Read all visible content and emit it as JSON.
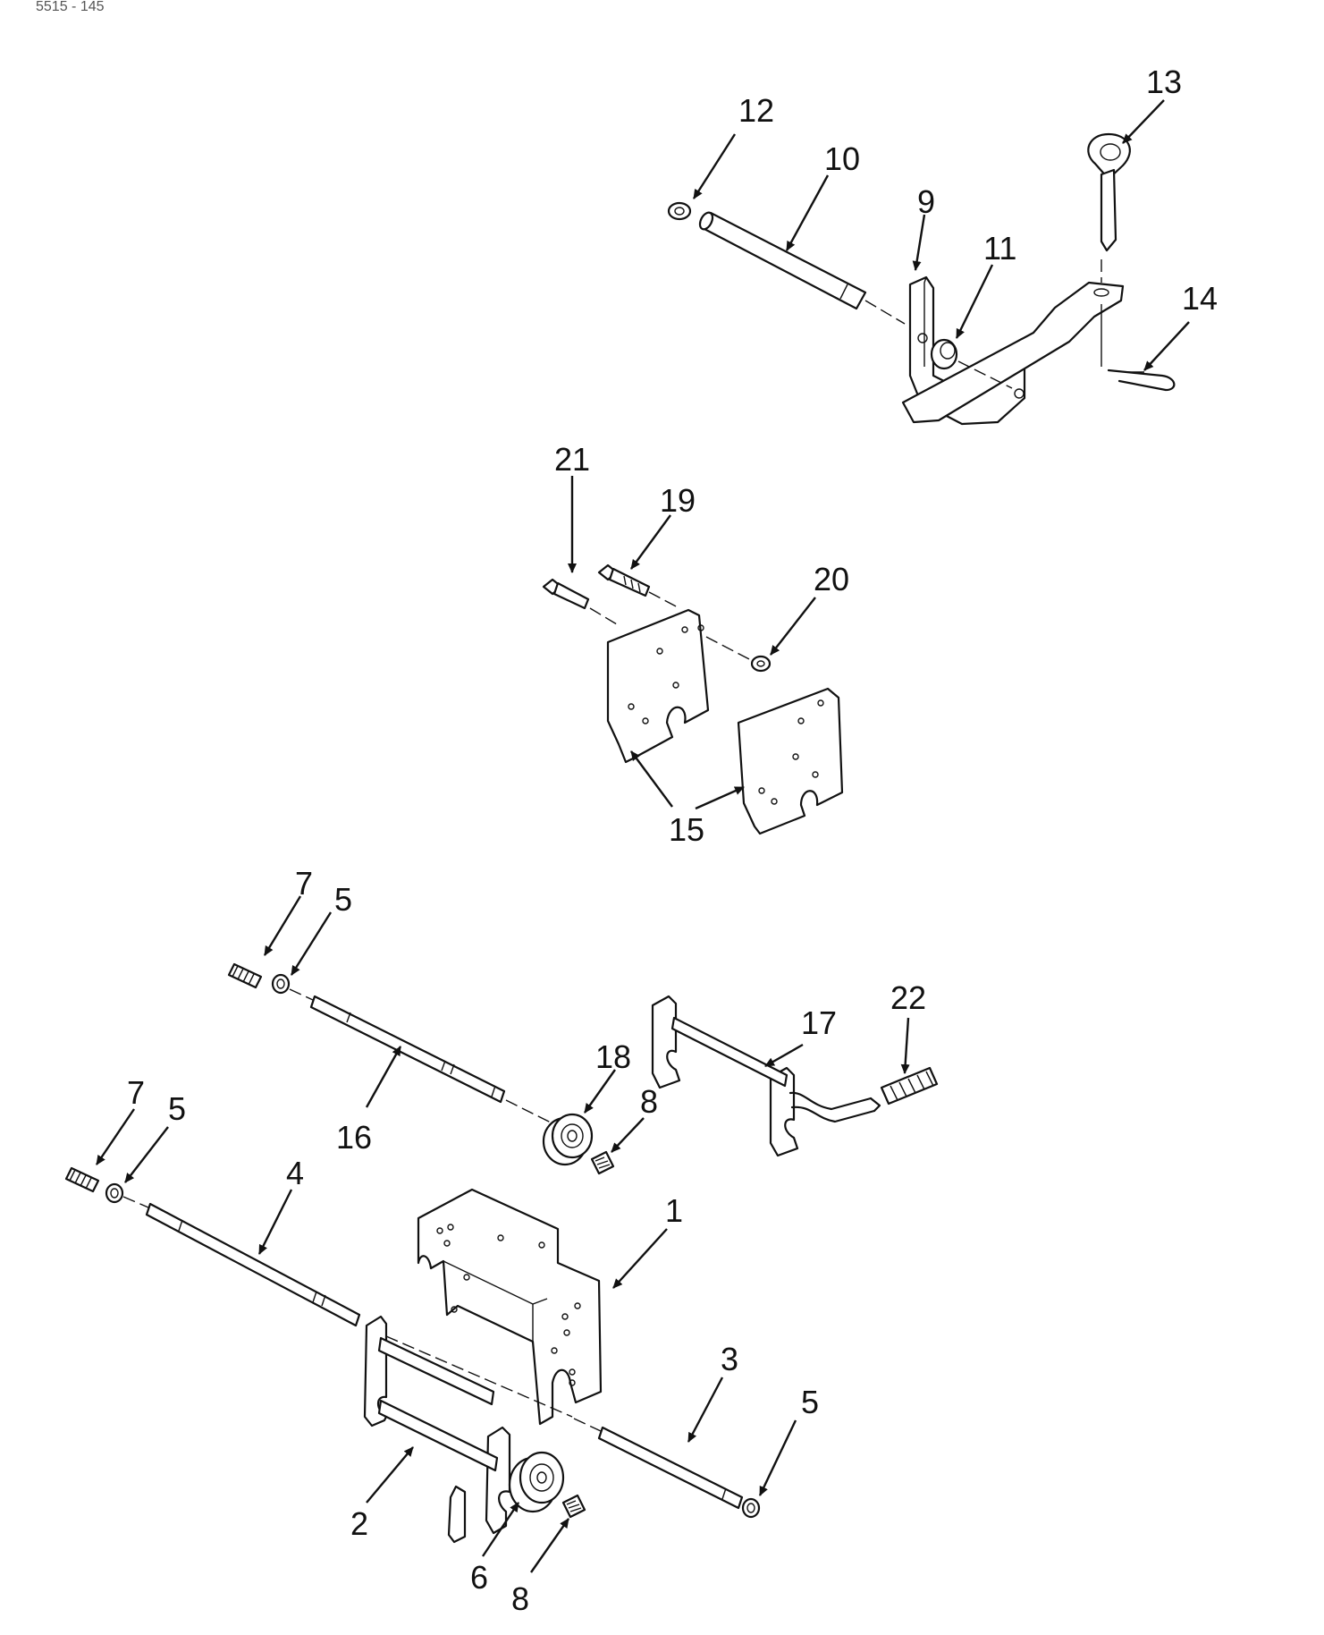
{
  "header_code": "5515 - 145",
  "callouts": {
    "c1": "1",
    "c2": "2",
    "c3": "3",
    "c4": "4",
    "c5a": "5",
    "c5b": "5",
    "c5c": "5",
    "c6": "6",
    "c7a": "7",
    "c7b": "7",
    "c8a": "8",
    "c8b": "8",
    "c9": "9",
    "c10": "10",
    "c11": "11",
    "c12": "12",
    "c13": "13",
    "c14": "14",
    "c15": "15",
    "c16": "16",
    "c17": "17",
    "c18": "18",
    "c19": "19",
    "c20": "20",
    "c21": "21",
    "c22": "22"
  }
}
